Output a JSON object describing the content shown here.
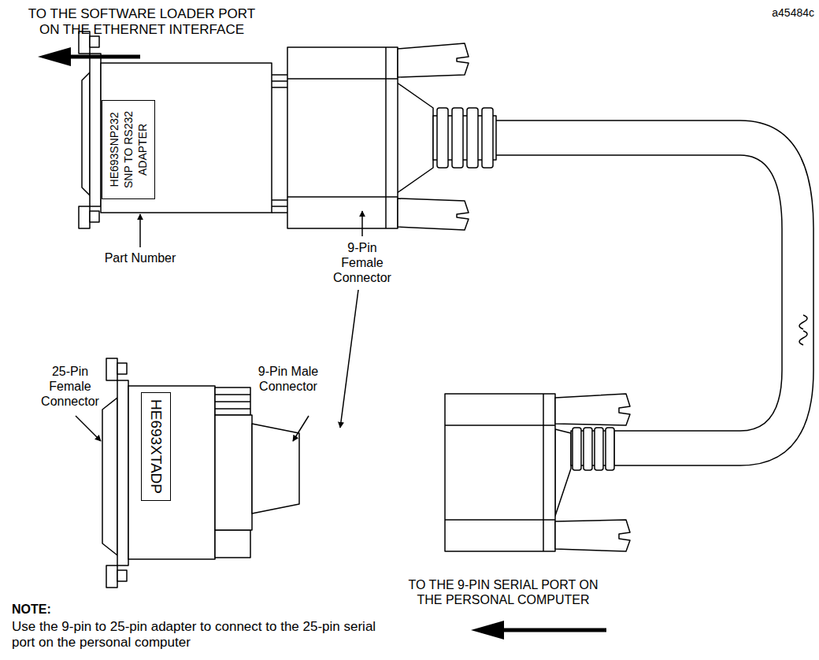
{
  "diagram": {
    "nodes": [
      {
        "text": [
          "HE693SNP232 SNP TO RS232 ADAPTER"
        ]
      },
      {
        "text": [
          "HE693XTADP"
        ]
      }
    ],
    "labels": [
      "TO THE SOFTWARE LOADER PORT ON THE ETHERNET INTERFACE",
      "a45484c",
      "Part Number",
      "9-Pin Female Connector",
      "25-Pin Female Connector",
      "9-Pin Male Connector",
      "TO THE 9-PIN SERIAL PORT ON THE PERSONAL COMPUTER",
      "NOTE:",
      "Use the 9-pin to 25-pin adapter to connect to the 25-pin serial port on the personal computer"
    ]
  }
}
